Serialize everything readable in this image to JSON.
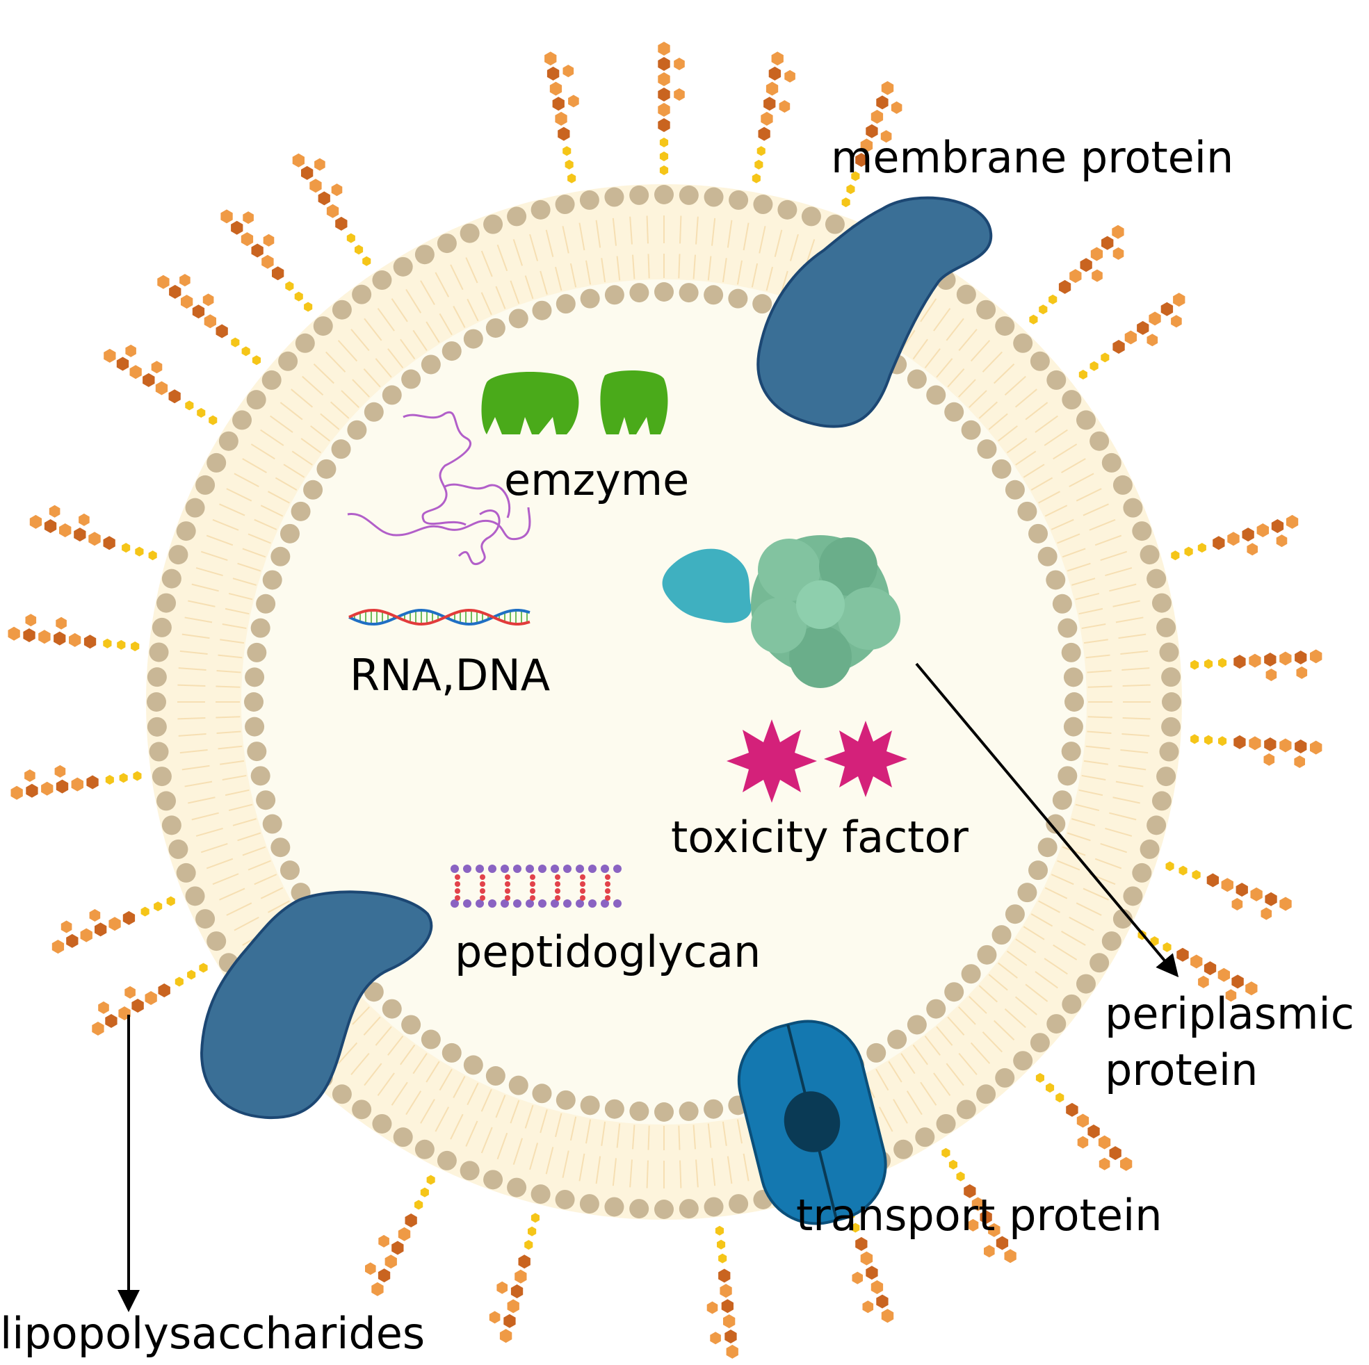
{
  "labels": {
    "membrane_protein": "membrane protein",
    "enzyme": "emzyme",
    "rna_dna": "RNA,DNA",
    "toxicity_factor": "toxicity factor",
    "peptidoglycan": "peptidoglycan",
    "periplasmic_protein_line1": "periplasmic",
    "periplasmic_protein_line2": "protein",
    "transport_protein": "transport protein",
    "lipopolysaccharides": "lipopolysaccharides"
  },
  "colors": {
    "lipid_head": "#c9b796",
    "lipid_tail": "#f6dfb3",
    "lumen": "#fdfbef",
    "membrane_protein": "#3a6f96",
    "membrane_protein_outline": "#1c4773",
    "transport_protein": "#1478b0",
    "transport_pore": "#0a3a55",
    "enzyme": "#4aaa1a",
    "periplasmic_protein": "#76b995",
    "small_protein": "#3fb0c0",
    "toxin": "#d4217a",
    "rna_strand": "#b25fc9",
    "lps_dark": "#c96420",
    "lps_light": "#ef9a45",
    "lps_core": "#f5c518",
    "lps_anchor": "#f8b21f"
  }
}
